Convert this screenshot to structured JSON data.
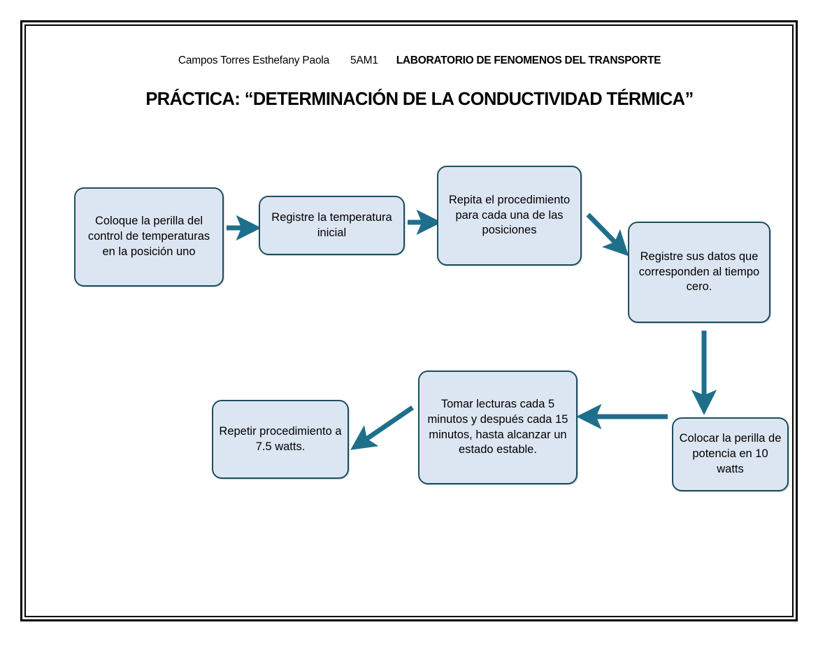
{
  "document": {
    "header": {
      "author": "Campos Torres Esthefany Paola",
      "group": "5AM1",
      "lab": "LABORATORIO DE FENOMENOS DEL TRANSPORTE"
    },
    "title": "PRÁCTICA: “DETERMINACIÓN DE LA CONDUCTIVIDAD TÉRMICA”"
  },
  "theme": {
    "node_fill": "#dce6f2",
    "node_border": "#1f4e5e",
    "arrow_color": "#1f6f8b",
    "frame_color": "#000000",
    "text_color": "#000000",
    "page_background": "#ffffff"
  },
  "flowchart": {
    "type": "process-flow",
    "direction": "serpentine-left-to-right-then-right-to-left",
    "nodes": [
      {
        "id": "node-1",
        "order": 1,
        "label": "Coloque la perilla del control de temperaturas en la posición uno"
      },
      {
        "id": "node-2",
        "order": 2,
        "label": "Registre la temperatura inicial"
      },
      {
        "id": "node-3",
        "order": 3,
        "label": "Repita el procedimiento para cada una de las posiciones"
      },
      {
        "id": "node-4",
        "order": 4,
        "label": "Registre sus datos que corresponden al tiempo cero."
      },
      {
        "id": "node-5",
        "order": 5,
        "label": "Colocar la perilla de potencia en 10 watts"
      },
      {
        "id": "node-6",
        "order": 6,
        "label": "Tomar lecturas cada 5 minutos y después cada 15 minutos, hasta alcanzar un estado estable."
      },
      {
        "id": "node-7",
        "order": 7,
        "label": "Repetir procedimiento a 7.5 watts."
      }
    ],
    "edges": [
      {
        "from": "node-1",
        "to": "node-2",
        "direction": "right"
      },
      {
        "from": "node-2",
        "to": "node-3",
        "direction": "right"
      },
      {
        "from": "node-3",
        "to": "node-4",
        "direction": "diagonal-down-right"
      },
      {
        "from": "node-4",
        "to": "node-5",
        "direction": "down"
      },
      {
        "from": "node-5",
        "to": "node-6",
        "direction": "left"
      },
      {
        "from": "node-6",
        "to": "node-7",
        "direction": "diagonal-down-left"
      }
    ]
  }
}
